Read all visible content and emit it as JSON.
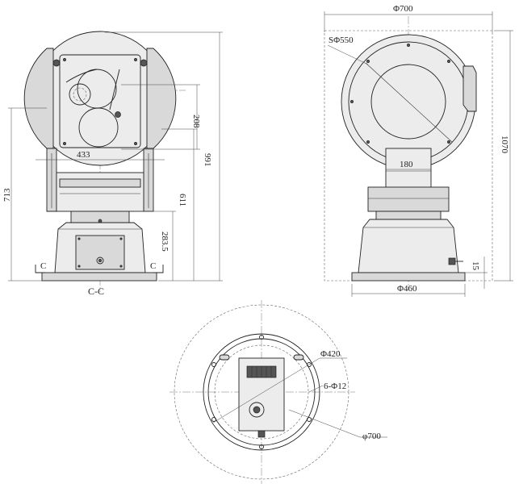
{
  "front_view": {
    "dims": {
      "body_width": "433",
      "lens_offset": "208",
      "total_height": "991",
      "left_height": "713",
      "axis_height": "611",
      "base_height": "283.5"
    },
    "section_marks": [
      "C",
      "C"
    ],
    "section_label": "C-C"
  },
  "side_view": {
    "dims": {
      "overall_width": "Φ700",
      "sphere": "SΦ550",
      "neck_width": "180",
      "overall_height": "1070",
      "base_flange": "15",
      "base_diameter": "Φ460"
    }
  },
  "bottom_view": {
    "dims": {
      "bolt_circle": "Φ420",
      "holes": "6-Φ12",
      "outer_circle": "φ700"
    }
  }
}
